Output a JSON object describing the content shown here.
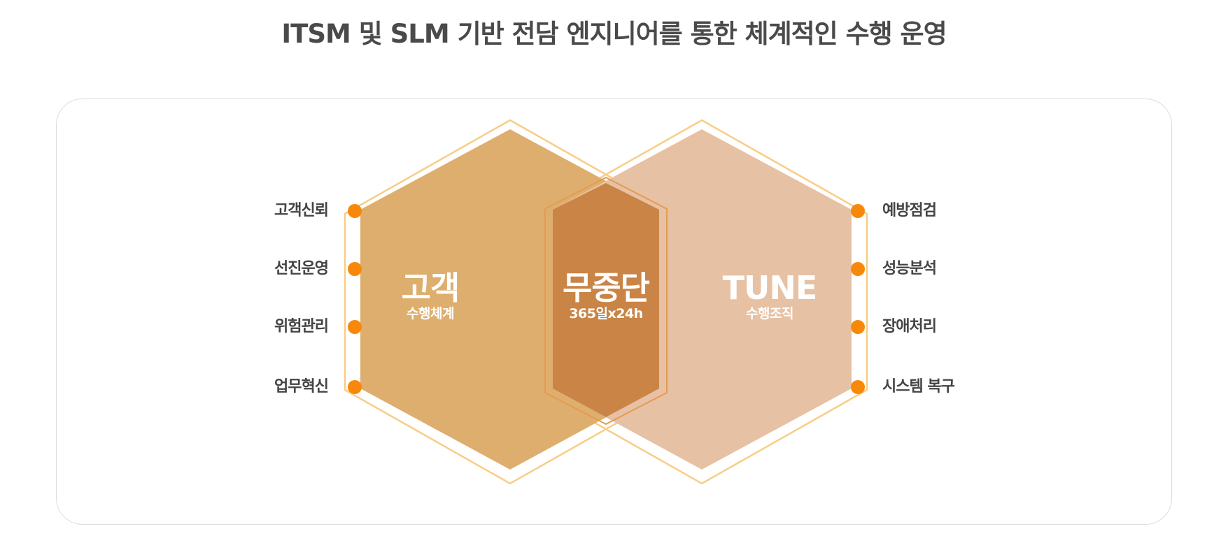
{
  "title": "ITSM 및 SLM 기반 전담 엔지니어를 통한 체계적인 수행 운영",
  "left_hexagon": {
    "main": "고객",
    "sub": "수행체계",
    "fill": "#deae6e"
  },
  "center_overlap": {
    "main": "무중단",
    "sub": "365일x24h",
    "fill": "#c98446"
  },
  "right_hexagon": {
    "main": "TUNE",
    "sub": "수행조직",
    "fill": "#e7c1a3"
  },
  "left_items": [
    "고객신뢰",
    "선진운영",
    "위험관리",
    "업무혁신"
  ],
  "right_items": [
    "예방점검",
    "성능분석",
    "장애처리",
    "시스템 복구"
  ],
  "colors": {
    "outline": "#f8cd86",
    "dot": "#f8880a",
    "title_text": "#4a4a4a",
    "label_text": "#444444",
    "card_border": "#dddddd"
  }
}
